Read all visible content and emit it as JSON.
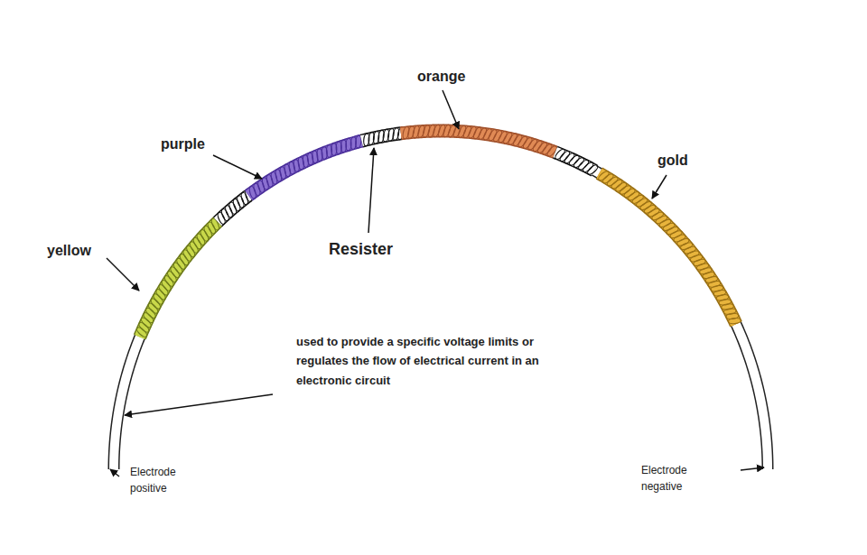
{
  "diagram": {
    "labels": [
      "orange",
      "purple",
      "gold",
      "yellow",
      "Resister",
      "used to provide a specific voltage limits or regulates the flow of electrical current in an electronic circuit",
      "Electrode positive",
      "Electrode negative"
    ]
  }
}
